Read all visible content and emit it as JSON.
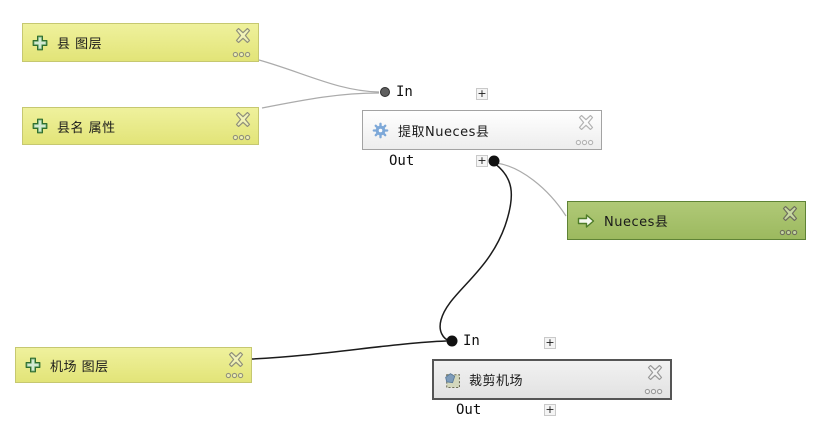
{
  "ports": {
    "in_label": "In",
    "out_label": "Out",
    "add_button": "+"
  },
  "nodes": {
    "county_layer": {
      "label": "县 图层",
      "type": "parameter"
    },
    "county_name_attr": {
      "label": "县名 属性",
      "type": "parameter"
    },
    "extract_nueces": {
      "label": "提取Nueces县",
      "type": "algorithm"
    },
    "nueces_output": {
      "label": "Nueces县",
      "type": "output"
    },
    "airport_layer": {
      "label": "机场 图层",
      "type": "parameter"
    },
    "clip_airports": {
      "label": "裁剪机场",
      "type": "algorithm"
    }
  },
  "icons": {
    "parameter": "plus-icon",
    "algorithm_extract": "gear-icon",
    "algorithm_clip": "clip-icon",
    "output": "arrow-icon",
    "delete": "delete-cross-icon",
    "expand": "ellipsis-dots-icon"
  },
  "colors": {
    "parameter_fill": "#e8ea8e",
    "parameter_border": "#c6c870",
    "algorithm_fill": "#ffffff",
    "algorithm_border": "#a3a3a3",
    "algorithm_selected_fill": "#e9e9e9",
    "algorithm_selected_border": "#555555",
    "output_fill": "#a6c16c",
    "output_border": "#5f8336",
    "connector_inactive": "#ababab",
    "connector_active": "#1b1b1b",
    "gear_icon_blue": "#7da8d8",
    "plus_icon_green": "#8cc08c"
  }
}
